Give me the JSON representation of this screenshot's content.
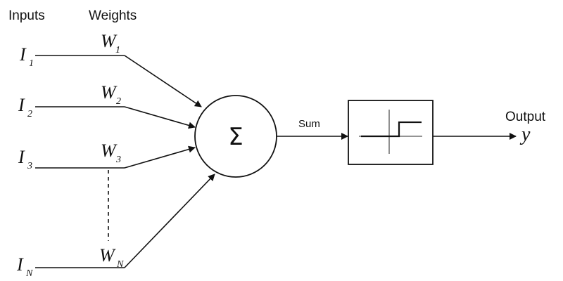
{
  "header": {
    "inputs_label": "Inputs",
    "weights_label": "Weights"
  },
  "inputs": [
    {
      "symbol": "I",
      "sub": "1"
    },
    {
      "symbol": "I",
      "sub": "2"
    },
    {
      "symbol": "I",
      "sub": "3"
    },
    {
      "symbol": "I",
      "sub": "N"
    }
  ],
  "weights": [
    {
      "symbol": "W",
      "sub": "1"
    },
    {
      "symbol": "W",
      "sub": "2"
    },
    {
      "symbol": "W",
      "sub": "3"
    },
    {
      "symbol": "W",
      "sub": "N"
    }
  ],
  "summation": {
    "symbol": "Σ",
    "label": "Sum"
  },
  "output": {
    "label": "Output",
    "variable": "y"
  }
}
